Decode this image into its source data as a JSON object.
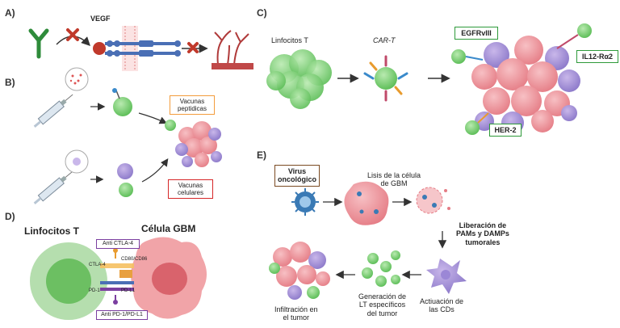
{
  "panels": {
    "a": "A)",
    "b": "B)",
    "c": "C)",
    "d": "D)",
    "e": "E)"
  },
  "panel_a": {
    "vegf": "VEGF"
  },
  "panel_b": {
    "vacunas_peptidicas": [
      "Vacunas",
      "peptidicas"
    ],
    "vacunas_celulares": [
      "Vacunas",
      "celulares"
    ]
  },
  "panel_c": {
    "linfocitos_t": "Linfocitos T",
    "car_t": "CAR-T",
    "egfrviii": "EGFRvIII",
    "il13": "IL12-Rα2",
    "her2": "HER-2"
  },
  "panel_d": {
    "linfocitos_t": "Linfocitos T",
    "celula_gbm": "Célula GBM",
    "anti_ctla4": "Anti CTLA-4",
    "ctla4": "CTLA-4",
    "cd80": "CD80/CD86",
    "pd1": "PD-1",
    "pdl1": "PD-L1",
    "anti_pd1": "Anti PD-1/PD-L1"
  },
  "panel_e": {
    "virus": [
      "Virus",
      "oncológico"
    ],
    "lisis": [
      "Lisis de la célula",
      "de GBM"
    ],
    "liberacion": [
      "Liberación de",
      "PAMs y DAMPs",
      "tumorales"
    ],
    "activacion": [
      "Actiuación de",
      "las CDs"
    ],
    "generacion": [
      "Generación de",
      "LT específicos",
      "del tumor"
    ],
    "infiltracion": [
      "Infiltración en",
      "el tumor"
    ]
  },
  "colors": {
    "green_cell": "#7fcf7a",
    "tumor_pink": "#ef8f96",
    "tumor_purple": "#6b5bb0",
    "box_green": "#2e9a3a",
    "box_orange": "#f39c3d",
    "box_red": "#d62728",
    "box_brown": "#7a4a22",
    "box_purple": "#7b3fa0"
  }
}
